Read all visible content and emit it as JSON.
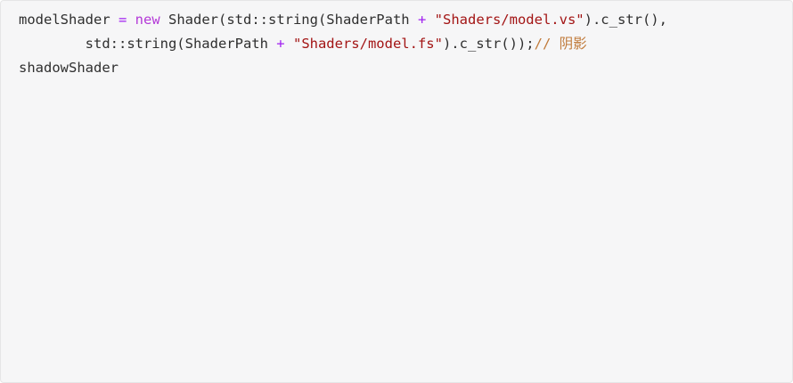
{
  "code": {
    "lines": [
      [
        {
          "t": "modelShader ",
          "c": "plain"
        },
        {
          "t": "=",
          "c": "op"
        },
        {
          "t": " ",
          "c": "plain"
        },
        {
          "t": "new",
          "c": "kw"
        },
        {
          "t": " Shader(std::string(ShaderPath ",
          "c": "plain"
        },
        {
          "t": "+",
          "c": "op"
        },
        {
          "t": " ",
          "c": "plain"
        },
        {
          "t": "\"Shaders/model.vs\"",
          "c": "str"
        },
        {
          "t": ").c_str(),",
          "c": "plain"
        }
      ],
      [
        {
          "t": "        std::string(ShaderPath ",
          "c": "plain"
        },
        {
          "t": "+",
          "c": "op"
        },
        {
          "t": " ",
          "c": "plain"
        },
        {
          "t": "\"Shaders/model.fs\"",
          "c": "str"
        },
        {
          "t": ").c_str());",
          "c": "plain"
        },
        {
          "t": "// 阴影",
          "c": "comment"
        }
      ],
      [
        {
          "t": "shadowShader ",
          "c": "plain"
        }
      ]
    ]
  }
}
